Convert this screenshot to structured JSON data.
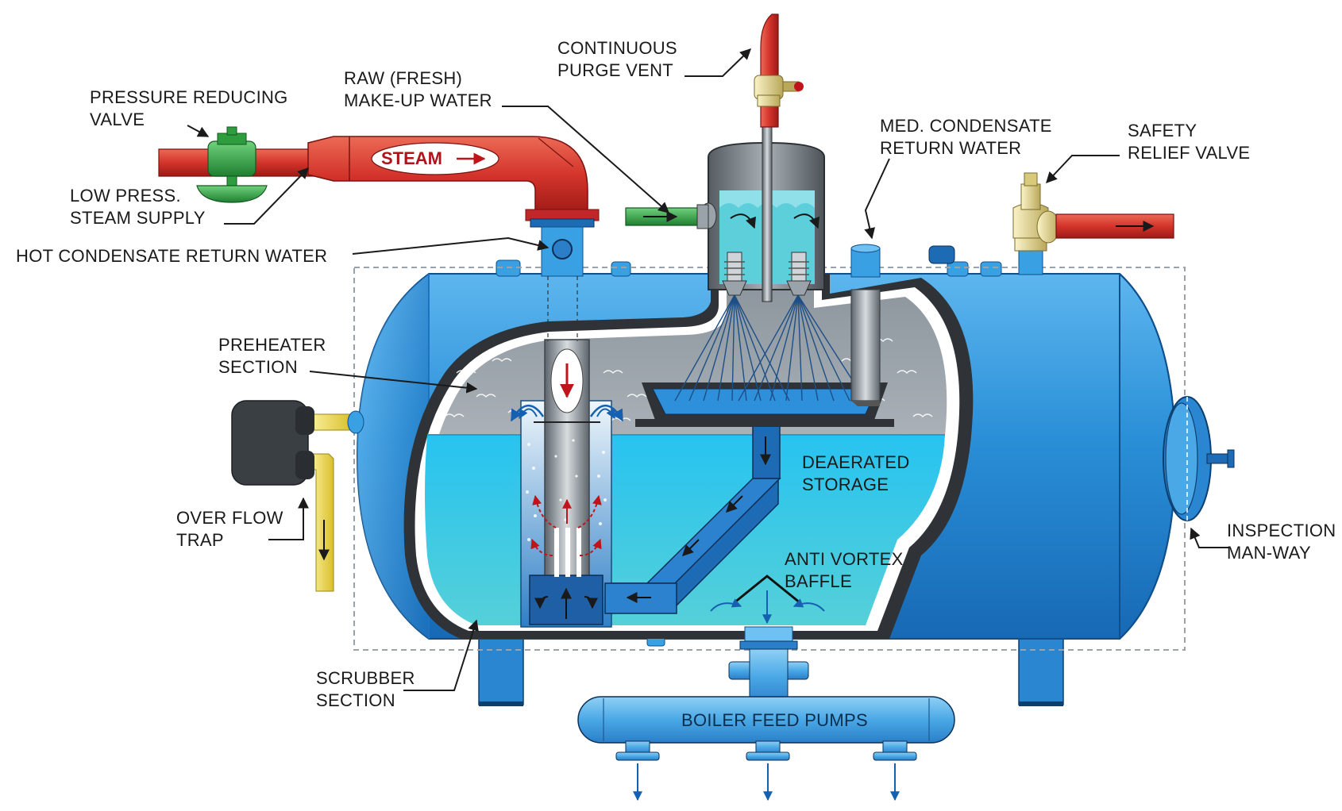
{
  "labels": {
    "pressure_reducing_valve": [
      "PRESSURE REDUCING",
      "VALVE"
    ],
    "low_press_steam_supply": [
      "LOW PRESS.",
      "STEAM SUPPLY"
    ],
    "hot_condensate_return": [
      "HOT CONDENSATE RETURN WATER"
    ],
    "raw_makeup_water": [
      "RAW (FRESH)",
      "MAKE-UP WATER"
    ],
    "continuous_purge_vent": [
      "CONTINUOUS",
      "PURGE VENT"
    ],
    "med_condensate_return": [
      "MED. CONDENSATE",
      "RETURN WATER"
    ],
    "safety_relief_valve": [
      "SAFETY",
      "RELIEF VALVE"
    ],
    "preheater_section": [
      "PREHEATER",
      "SECTION"
    ],
    "deaerated_storage": [
      "DEAERATED",
      "STORAGE"
    ],
    "anti_vortex_baffle": [
      "ANTI VORTEX",
      "BAFFLE"
    ],
    "over_flow_trap": [
      "OVER FLOW",
      "TRAP"
    ],
    "inspection_man_way": [
      "INSPECTION",
      "MAN-WAY"
    ],
    "scrubber_section": [
      "SCRUBBER",
      "SECTION"
    ]
  },
  "steam_label": "STEAM",
  "pumps_label": "BOILER FEED PUMPS",
  "colors": {
    "tank_blue": "#2a8fd8",
    "water": "#12b3e6",
    "steam_pipe": "#d8352c",
    "makeup_pipe": "#2e9d3f",
    "overflow_pipe": "#f2de58",
    "valve_brass": "#e9dc9a"
  }
}
